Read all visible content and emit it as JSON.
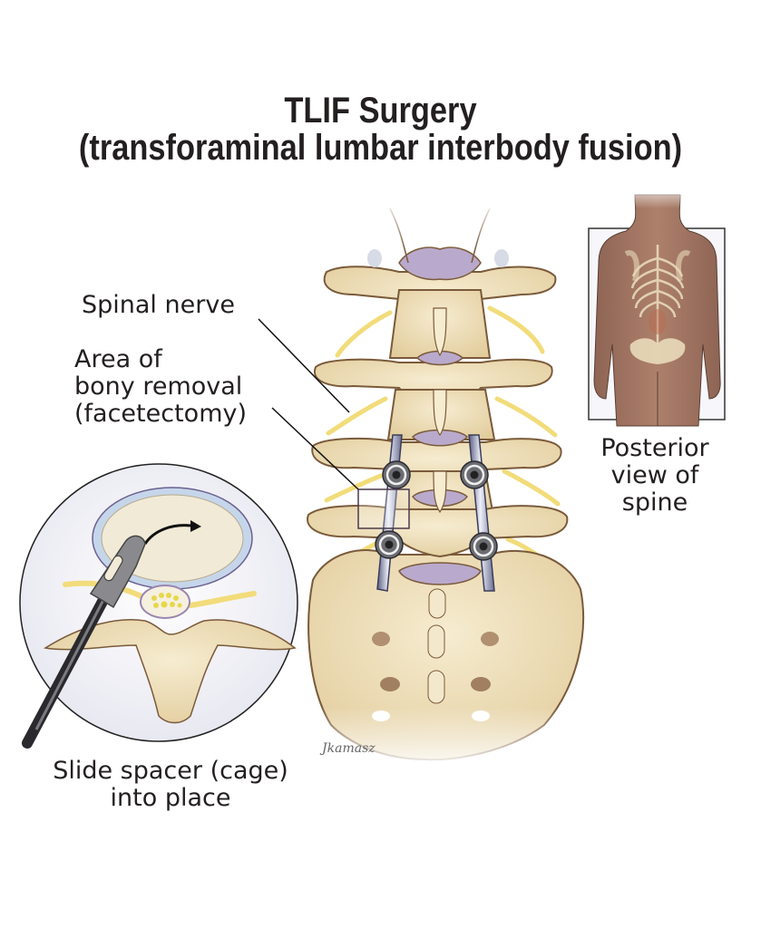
{
  "title": {
    "line1": "TLIF Surgery",
    "line2": "(transforaminal lumbar interbody fusion)"
  },
  "labels": {
    "spinal_nerve": "Spinal nerve",
    "bony_removal": [
      "Area of",
      "bony removal",
      "(facetectomy)"
    ],
    "posterior_view": [
      "Posterior",
      "view of",
      "spine"
    ],
    "slide_spacer": [
      "Slide spacer (cage)",
      "into place"
    ]
  },
  "signature": "Jkamasz",
  "colors": {
    "bone": "#eedfba",
    "bone_outline": "#7a5a3a",
    "nerve": "#f2dc7a",
    "canal": "#b9a9cc",
    "rod": "#c9cbe0",
    "skin": "#a87a66",
    "text": "#231f20"
  }
}
